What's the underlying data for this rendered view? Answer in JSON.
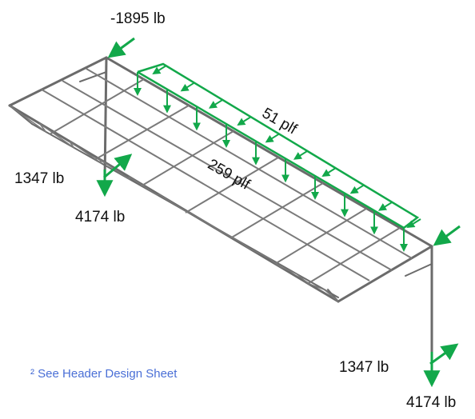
{
  "loads": {
    "top_post_horizontal": "-1895 lb",
    "left_post_horizontal": "1347 lb",
    "left_post_vertical": "4174 lb",
    "right_post_horizontal": "1347 lb",
    "right_post_vertical": "4174 lb",
    "uplift_line_load": "51 plf",
    "gravity_line_load": "259 plf"
  },
  "footnote": "² See Header Design Sheet",
  "colors": {
    "frame": "#6b6b6b",
    "load_arrow": "#12a84a",
    "footnote_text": "#4a6fd6"
  }
}
